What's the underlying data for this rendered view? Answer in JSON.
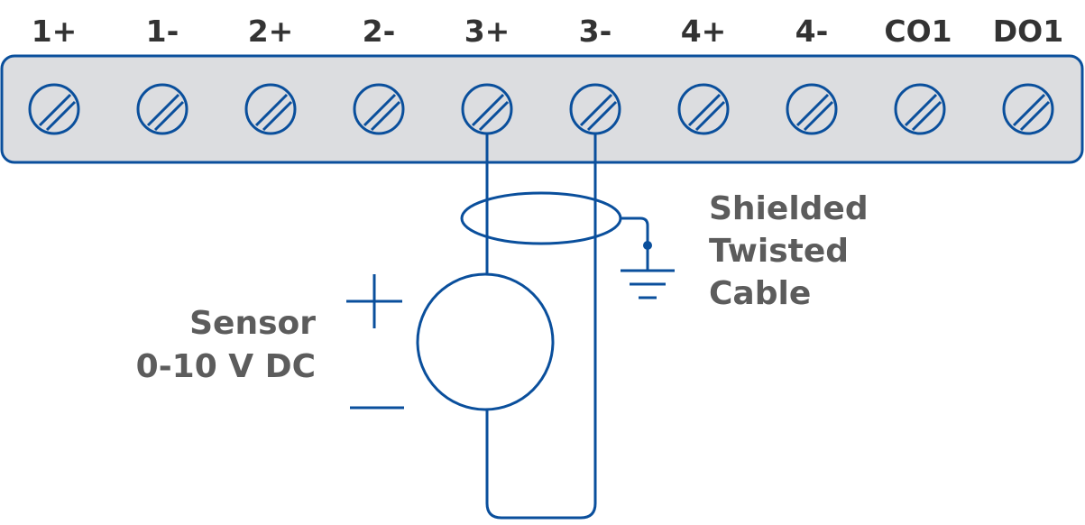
{
  "terminal_block": {
    "terminals": [
      {
        "label": "1+",
        "connected": false
      },
      {
        "label": "1-",
        "connected": false
      },
      {
        "label": "2+",
        "connected": false
      },
      {
        "label": "2-",
        "connected": false
      },
      {
        "label": "3+",
        "connected": true
      },
      {
        "label": "3-",
        "connected": true
      },
      {
        "label": "4+",
        "connected": false
      },
      {
        "label": "4-",
        "connected": false
      },
      {
        "label": "CO1",
        "connected": false
      },
      {
        "label": "DO1",
        "connected": false
      }
    ]
  },
  "cable": {
    "label_lines": [
      "Shielded",
      "Twisted",
      "Cable"
    ]
  },
  "sensor": {
    "label_lines": [
      "Sensor",
      "0-10 V DC"
    ],
    "plus_symbol": "+",
    "minus_symbol": "−"
  },
  "colors": {
    "line": "#0a4f9c",
    "panel_fill": "#dcdde0",
    "text": "#333333",
    "desc_text": "#5c5c5c"
  }
}
